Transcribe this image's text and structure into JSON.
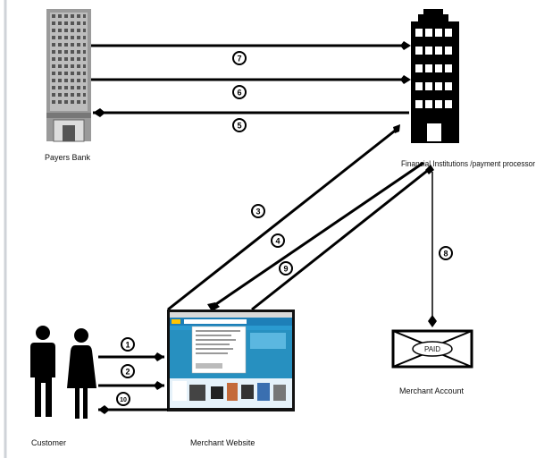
{
  "labels": {
    "payers_bank": "Payers Bank",
    "financial": "Financial Institutions /payment processor",
    "merchant_website": "Merchant Website",
    "merchant_account": "Merchant Account",
    "customer": "Customer",
    "paid": "PAID"
  },
  "steps": {
    "s1": "1",
    "s2": "2",
    "s3": "3",
    "s4": "4",
    "s5": "5",
    "s6": "6",
    "s7": "7",
    "s8": "8",
    "s9": "9",
    "s10": "10"
  }
}
